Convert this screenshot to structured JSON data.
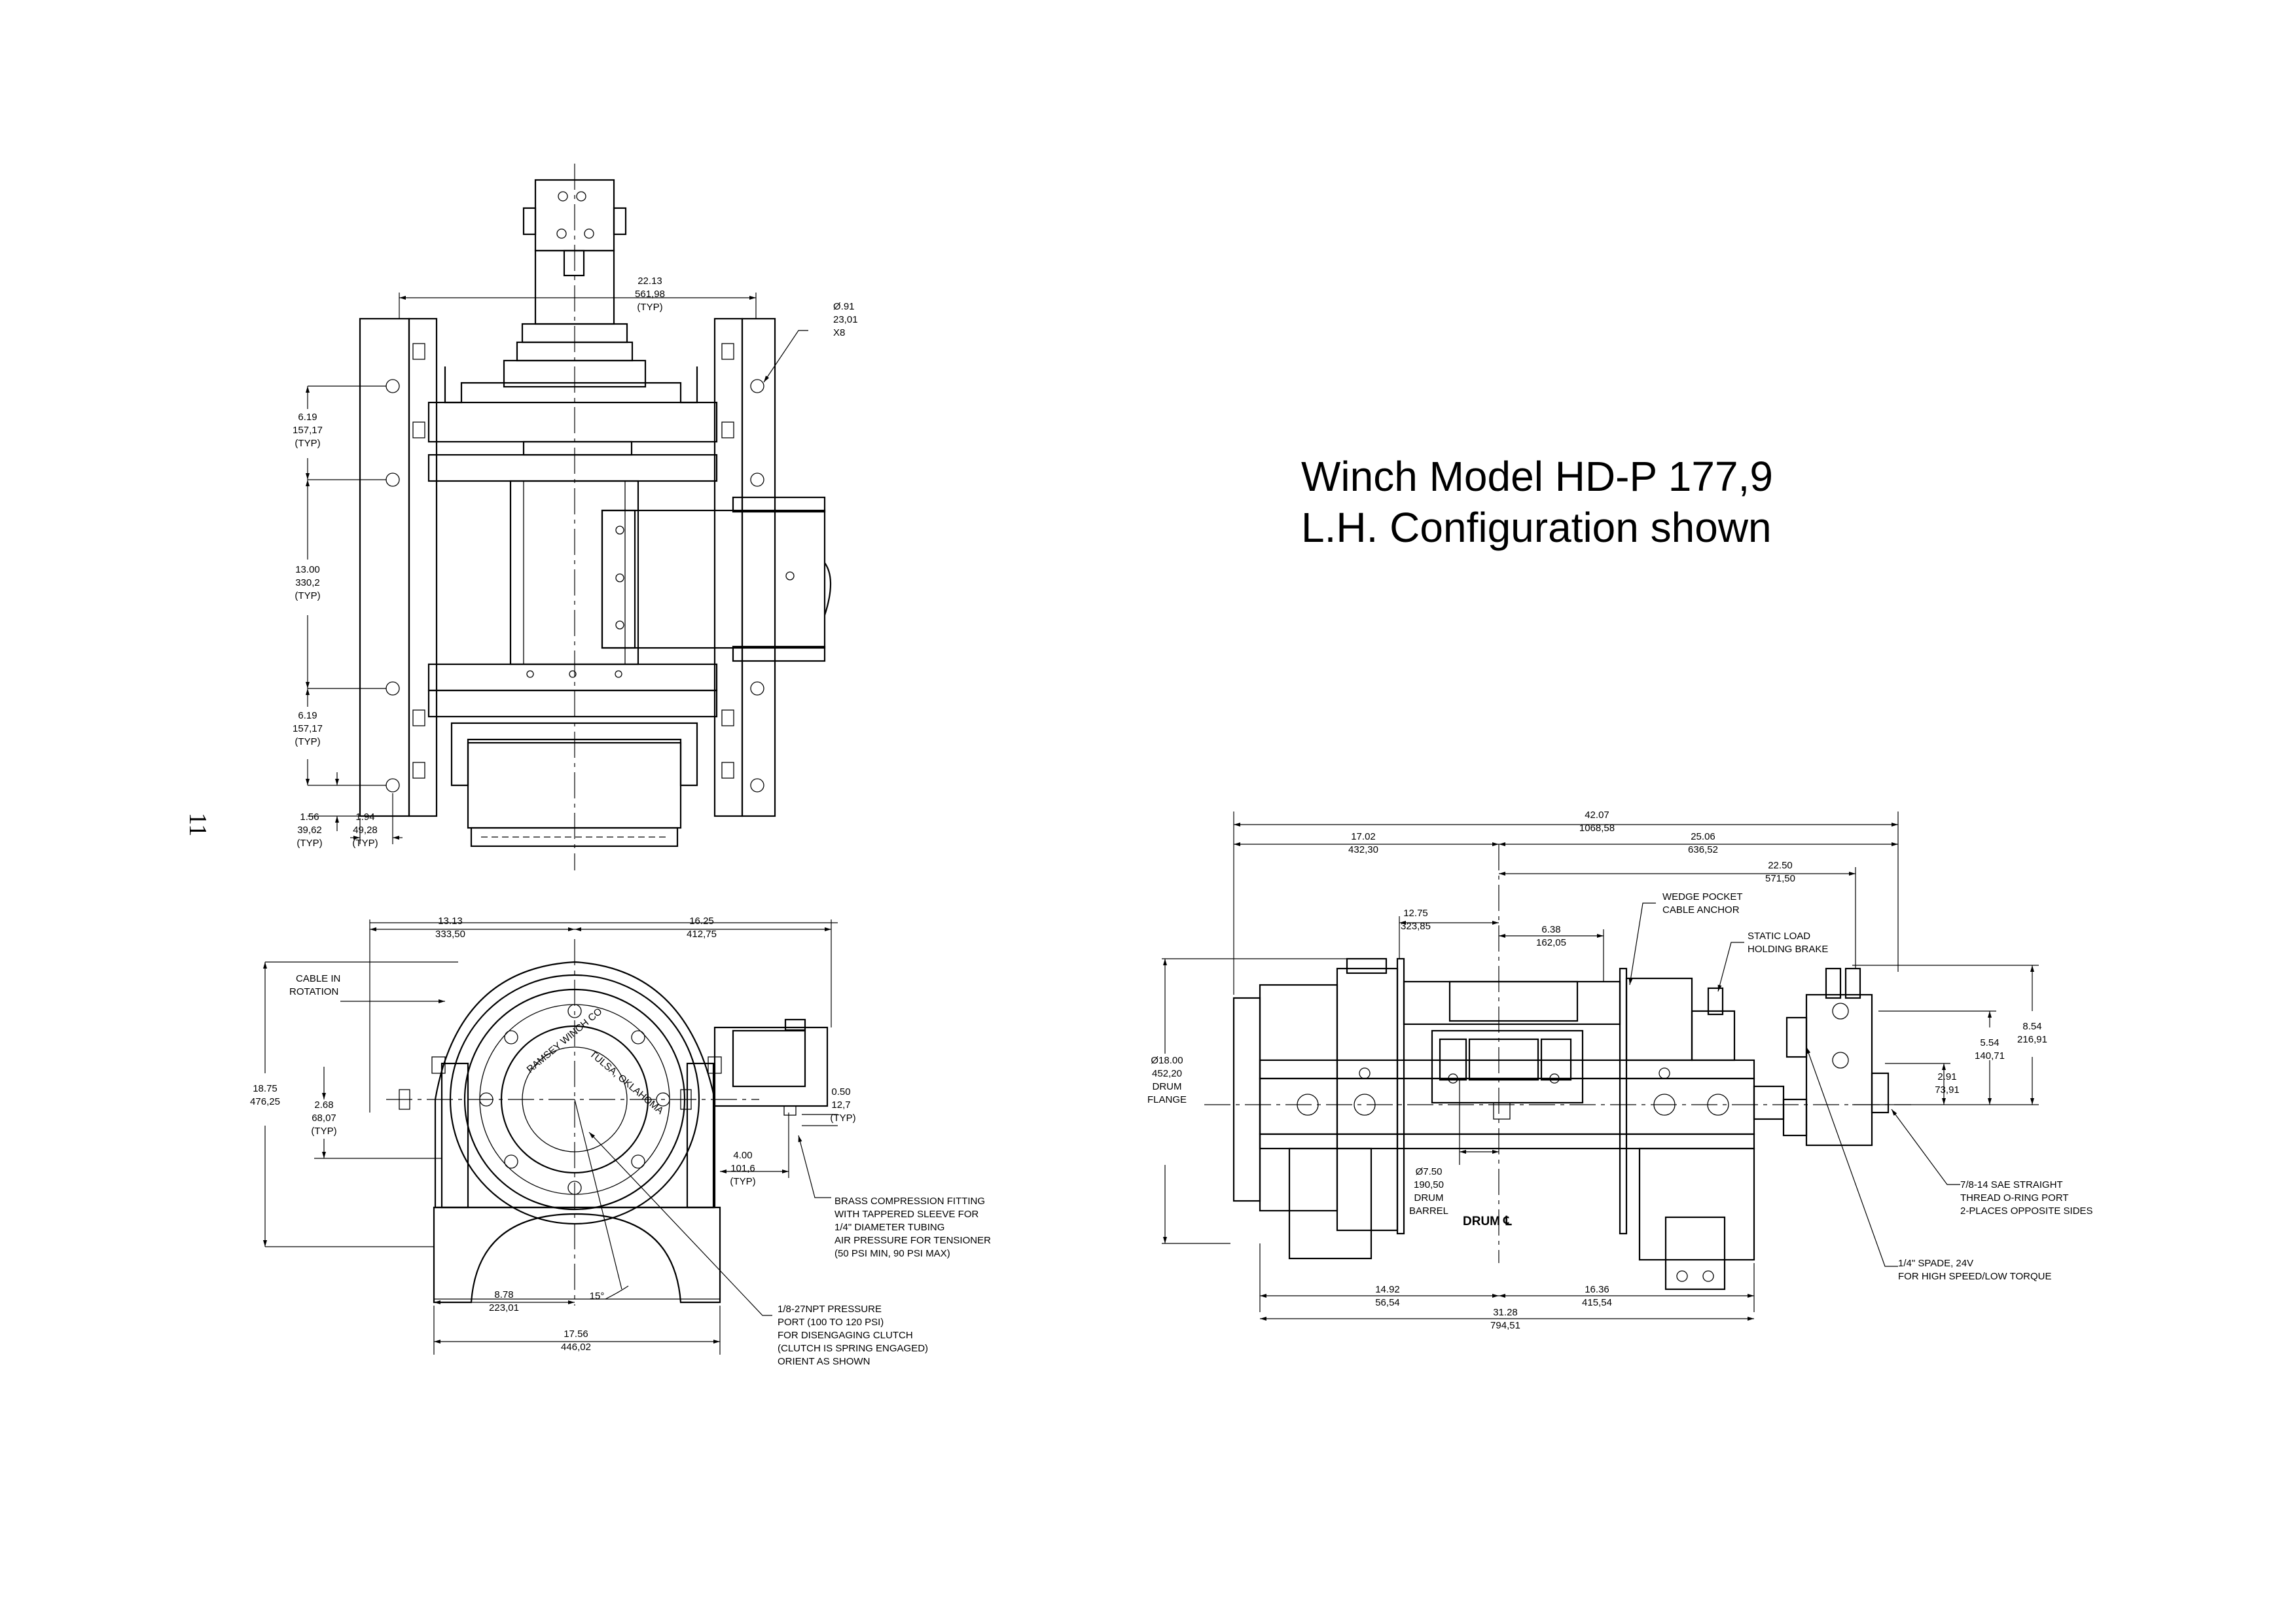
{
  "title": {
    "line1": "Winch Model HD-P 177,9",
    "line2": "L.H. Configuration shown"
  },
  "page_number": "11",
  "top_view": {
    "d_width": [
      "22.13",
      "561,98",
      "(TYP)"
    ],
    "d_hole": [
      "Ø.91",
      "23,01",
      "X8"
    ],
    "d_6_19_a": [
      "6.19",
      "157,17",
      "(TYP)"
    ],
    "d_13_00": [
      "13.00",
      "330,2",
      "(TYP)"
    ],
    "d_6_19_b": [
      "6.19",
      "157,17",
      "(TYP)"
    ],
    "d_1_56": [
      "1.56",
      "39,62",
      "(TYP)"
    ],
    "d_1_94": [
      "1.94",
      "49,28",
      "(TYP)"
    ]
  },
  "end_view": {
    "d_13_13": [
      "13.13",
      "333,50"
    ],
    "d_16_25": [
      "16.25",
      "412,75"
    ],
    "cable_in_rotation": [
      "CABLE IN",
      "ROTATION"
    ],
    "d_18_75": [
      "18.75",
      "476,25"
    ],
    "d_2_68": [
      "2.68",
      "68,07",
      "(TYP)"
    ],
    "d_0_50": [
      "0.50",
      "12,7",
      "(TYP)"
    ],
    "d_4_00": [
      "4.00",
      "101,6",
      "(TYP)"
    ],
    "brass_note": [
      "BRASS COMPRESSION FITTING",
      "WITH TAPPERED SLEEVE FOR",
      "1/4\" DIAMETER TUBING",
      "AIR PRESSURE FOR TENSIONER",
      "(50 PSI MIN, 90 PSI MAX)"
    ],
    "d_8_78": [
      "8.78",
      "223,01"
    ],
    "angle": "15°",
    "d_17_56": [
      "17.56",
      "446,02"
    ],
    "npt_note": [
      "1/8-27NPT PRESSURE",
      "PORT (100 TO 120 PSI)",
      "FOR DISENGAGING CLUTCH",
      "(CLUTCH IS SPRING ENGAGED)",
      "ORIENT AS SHOWN"
    ],
    "logo_text": [
      "RAMSEY WINCH CO",
      "TULSA, OKLAHOMA"
    ]
  },
  "side_view": {
    "d_42_07": [
      "42.07",
      "1068,58"
    ],
    "d_17_02": [
      "17.02",
      "432,30"
    ],
    "d_25_06": [
      "25.06",
      "636,52"
    ],
    "d_22_50": [
      "22.50",
      "571,50"
    ],
    "d_12_75": [
      "12.75",
      "323,85"
    ],
    "d_6_38": [
      "6.38",
      "162,05"
    ],
    "wedge_note": [
      "WEDGE POCKET",
      "CABLE ANCHOR"
    ],
    "static_note": [
      "STATIC LOAD",
      "HOLDING BRAKE"
    ],
    "d_18_00": [
      "Ø18.00",
      "452,20",
      "DRUM",
      "FLANGE"
    ],
    "d_8_54": [
      "8.54",
      "216,91"
    ],
    "d_5_54": [
      "5.54",
      "140,71"
    ],
    "d_2_91": [
      "2.91",
      "73,91"
    ],
    "d_7_50": [
      "Ø7.50",
      "190,50",
      "DRUM",
      "BARREL"
    ],
    "drum_cl": "DRUM ℄",
    "sae_note": [
      "7/8-14 SAE STRAIGHT",
      "THREAD O-RING PORT",
      "2-PLACES OPPOSITE SIDES"
    ],
    "spade_note": [
      "1/4\" SPADE, 24V",
      "FOR HIGH SPEED/LOW TORQUE"
    ],
    "d_14_92": [
      "14.92",
      "56,54"
    ],
    "d_16_36": [
      "16.36",
      "415,54"
    ],
    "d_31_28": [
      "31.28",
      "794,51"
    ]
  }
}
